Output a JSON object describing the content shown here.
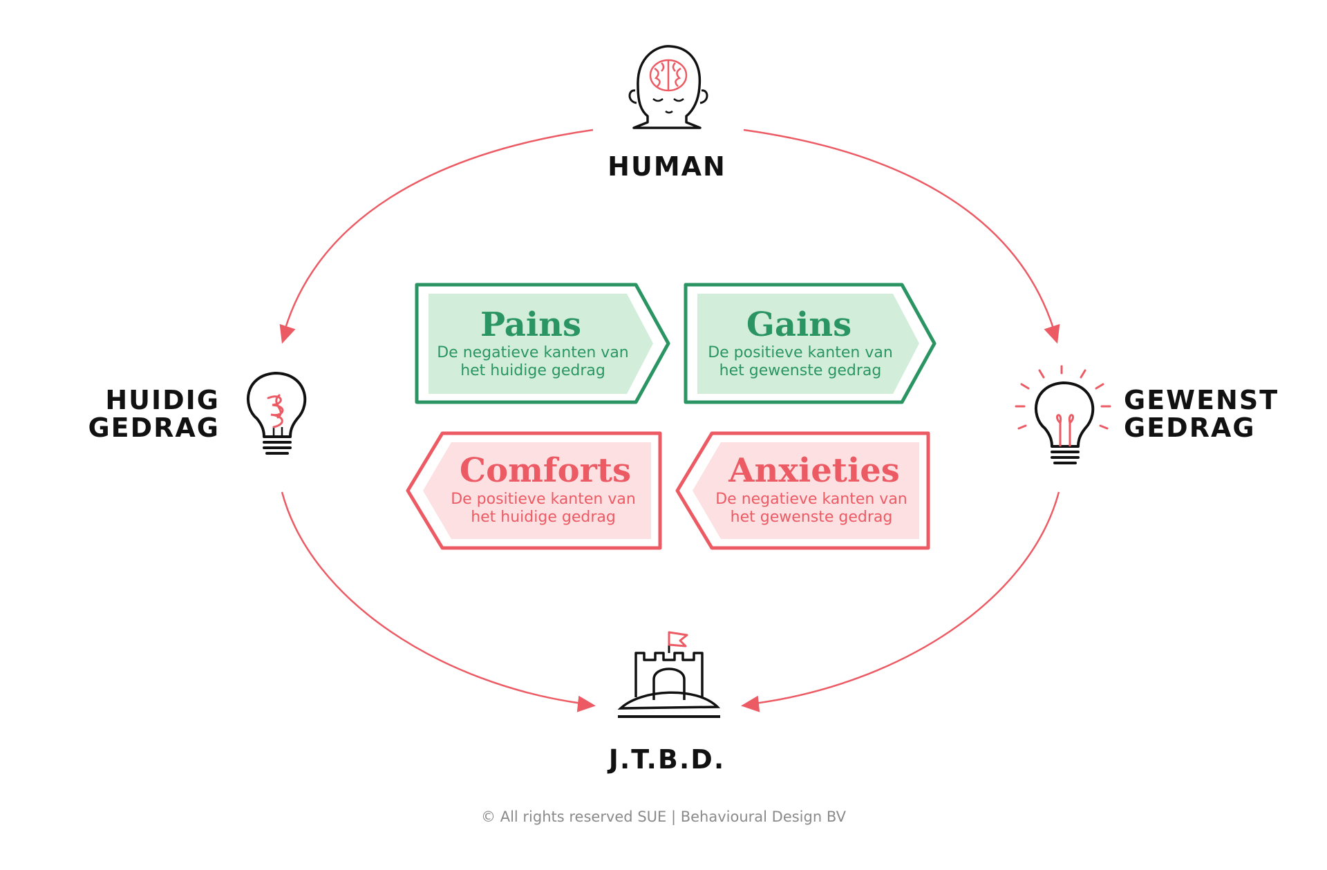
{
  "nodes": {
    "human": {
      "label": "HUMAN",
      "icon": "meditating-head-brain-icon"
    },
    "current": {
      "line1": "HUIDIG",
      "line2": "GEDRAG",
      "icon": "tangled-lightbulb-icon"
    },
    "desired": {
      "line1": "GEWENST",
      "line2": "GEDRAG",
      "icon": "shining-lightbulb-icon"
    },
    "jtbd": {
      "label": "J.T.B.D.",
      "icon": "castle-flag-icon"
    }
  },
  "forces": {
    "pains": {
      "title": "Pains",
      "line1": "De negatieve kanten van",
      "line2": "het huidige gedrag"
    },
    "gains": {
      "title": "Gains",
      "line1": "De positieve kanten van",
      "line2": "het gewenste gedrag"
    },
    "comforts": {
      "title": "Comforts",
      "line1": "De positieve kanten van",
      "line2": "het huidige gedrag"
    },
    "anxieties": {
      "title": "Anxieties",
      "line1": "De negatieve kanten van",
      "line2": "het gewenste gedrag"
    }
  },
  "footer": {
    "text": "© All rights reserved SUE | Behavioural Design BV"
  },
  "colors": {
    "green": "#2a9563",
    "green_fill": "#d2eedb",
    "red": "#ec5a64",
    "red_fill": "#fce0e2",
    "arrow": "#ec5a64",
    "text": "#111111",
    "footer": "#8a8a8a"
  }
}
